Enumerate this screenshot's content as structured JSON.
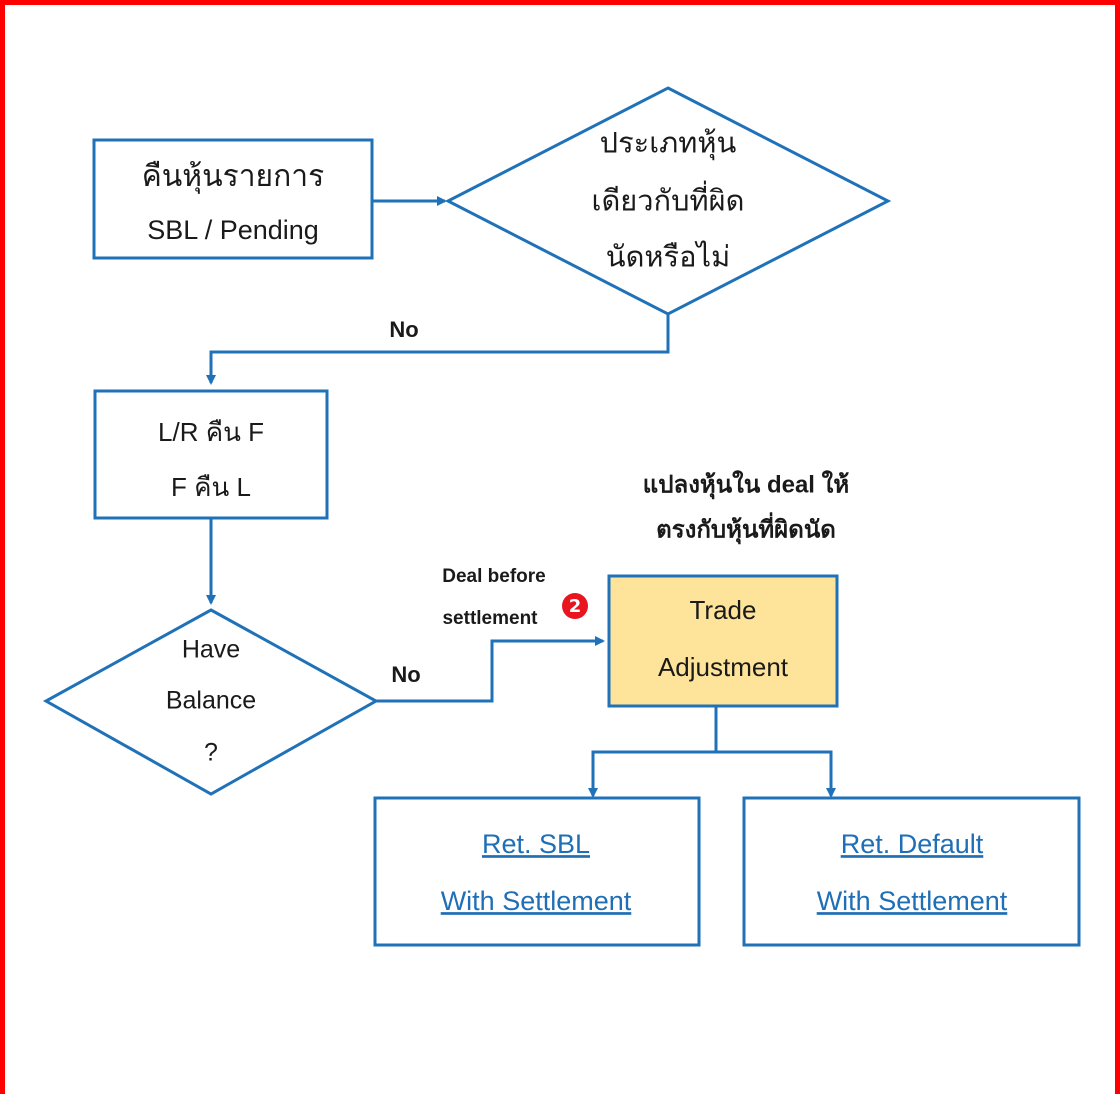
{
  "colors": {
    "frame": "#ff0000",
    "stroke": "#1f72b8",
    "text": "#1a1a1a",
    "link": "#1f6fb6",
    "highlight_fill": "#fde49a",
    "badge": "#e8141e"
  },
  "nodes": {
    "return_pending": {
      "line1": "คืนหุ้นรายการ",
      "line2": "SBL / Pending"
    },
    "same_type_check": {
      "line1": "ประเภทหุ้น",
      "line2": "เดียวกับที่ผิด",
      "line3": "นัดหรือไม่"
    },
    "lr_return": {
      "line1": "L/R คืน F",
      "line2": "F คืน L"
    },
    "have_balance": {
      "line1": "Have",
      "line2": "Balance",
      "line3": "?"
    },
    "trade_adjustment": {
      "line1": "Trade",
      "line2": "Adjustment"
    },
    "ret_sbl": {
      "line1": "Ret. SBL",
      "line2": "With Settlement"
    },
    "ret_default": {
      "line1": "Ret. Default",
      "line2": "With Settlement"
    }
  },
  "labels": {
    "no_top": "No",
    "no_bottom": "No",
    "deal_before_line1": "Deal before",
    "deal_before_line2": "settlement",
    "badge_number": "2",
    "annotation_line1": "แปลงหุ้นใน deal ให้",
    "annotation_line2": "ตรงกับหุ้นที่ผิดนัด"
  }
}
